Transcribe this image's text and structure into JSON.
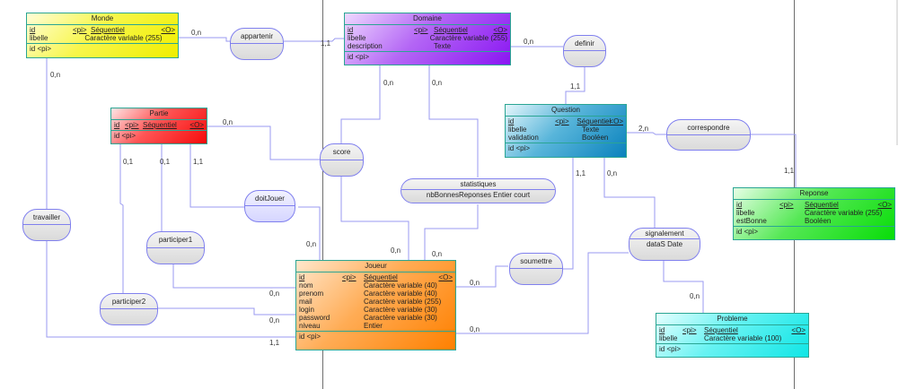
{
  "diagram": {
    "type": "MCD (conceptual data model)",
    "entities": {
      "monde": {
        "title": "Monde",
        "attributes": [
          {
            "name": "id",
            "pi": "<pi>",
            "type": "Séquentiel",
            "o": "<O>"
          },
          {
            "name": "libelle",
            "pi": "",
            "type": "Caractère variable (255)",
            "o": ""
          }
        ],
        "identifier": "id   <pi>"
      },
      "domaine": {
        "title": "Domaine",
        "attributes": [
          {
            "name": "id",
            "pi": "<pi>",
            "type": "Séquentiel",
            "o": "<O>"
          },
          {
            "name": "libelle",
            "pi": "",
            "type": "Caractère variable (255)",
            "o": ""
          },
          {
            "name": "description",
            "pi": "",
            "type": "Texte",
            "o": ""
          }
        ],
        "identifier": "id   <pi>"
      },
      "partie": {
        "title": "Partie",
        "attributes": [
          {
            "name": "id",
            "pi": "<pi>",
            "type": "Séquentiel",
            "o": "<O>"
          }
        ],
        "identifier": "id   <pi>"
      },
      "question": {
        "title": "Question",
        "attributes": [
          {
            "name": "id",
            "pi": "<pi>",
            "type": "Séquentiel",
            "o": "<O>"
          },
          {
            "name": "libelle",
            "pi": "",
            "type": "Texte",
            "o": ""
          },
          {
            "name": "validation",
            "pi": "",
            "type": "Booléen",
            "o": ""
          }
        ],
        "identifier": "id   <pi>"
      },
      "reponse": {
        "title": "Reponse",
        "attributes": [
          {
            "name": "id",
            "pi": "<pi>",
            "type": "Séquentiel",
            "o": "<O>"
          },
          {
            "name": "libelle",
            "pi": "",
            "type": "Caractère variable (255)",
            "o": ""
          },
          {
            "name": "estBonne",
            "pi": "",
            "type": "Booléen",
            "o": ""
          }
        ],
        "identifier": "id   <pi>"
      },
      "joueur": {
        "title": "Joueur",
        "attributes": [
          {
            "name": "id",
            "pi": "<pi>",
            "type": "Séquentiel",
            "o": "<O>"
          },
          {
            "name": "nom",
            "pi": "",
            "type": "Caractère variable (40)",
            "o": ""
          },
          {
            "name": "prenom",
            "pi": "",
            "type": "Caractère variable (40)",
            "o": ""
          },
          {
            "name": "mail",
            "pi": "",
            "type": "Caractère variable (255)",
            "o": ""
          },
          {
            "name": "login",
            "pi": "",
            "type": "Caractère variable (30)",
            "o": ""
          },
          {
            "name": "password",
            "pi": "",
            "type": "Caractère variable (30)",
            "o": ""
          },
          {
            "name": "niveau",
            "pi": "",
            "type": "Entier",
            "o": ""
          }
        ],
        "identifier": "id   <pi>"
      },
      "probleme": {
        "title": "Probleme",
        "attributes": [
          {
            "name": "id",
            "pi": "<pi>",
            "type": "Séquentiel",
            "o": "<O>"
          },
          {
            "name": "libelle",
            "pi": "",
            "type": "Caractère variable (100)",
            "o": ""
          }
        ],
        "identifier": "id   <pi>"
      }
    },
    "associations": {
      "appartenir": {
        "name": "appartenir"
      },
      "definir": {
        "name": "definir"
      },
      "score": {
        "name": "score"
      },
      "correspondre": {
        "name": "correspondre"
      },
      "statistiques": {
        "name": "statistiques",
        "attribute": "nbBonnesReponses   Entier court"
      },
      "doitJouer": {
        "name": "doitJouer"
      },
      "travailler": {
        "name": "travailler"
      },
      "participer1": {
        "name": "participer1"
      },
      "participer2": {
        "name": "participer2"
      },
      "soumettre": {
        "name": "soumettre"
      },
      "signalement": {
        "name": "signalement",
        "attribute": "dataS   Date"
      }
    },
    "cardinalities": {
      "monde_appartenir": "0,n",
      "domaine_appartenir": "1,1",
      "domaine_definir": "0,n",
      "question_definir": "1,1",
      "monde_travailler": "0,n",
      "domaine_score": "0,n",
      "domaine_statistiques": "0,n",
      "partie_score": "0,n",
      "partie_participer2": "0,1",
      "partie_participer1": "0,1",
      "partie_doitjouer": "1,1",
      "question_correspondre": "2,n",
      "reponse_correspondre": "1,1",
      "question_soumettre": "1,1",
      "question_signalement": "0,n",
      "joueur_doitjouer": "0,n",
      "joueur_score": "0,n",
      "joueur_statistiques": "0,n",
      "joueur_participer1": "0,n",
      "joueur_participer2": "0,n",
      "joueur_travailler": "1,1",
      "joueur_soumettre": "0,n",
      "joueur_signalement": "0,n",
      "probleme_signalement": "0,n"
    }
  }
}
